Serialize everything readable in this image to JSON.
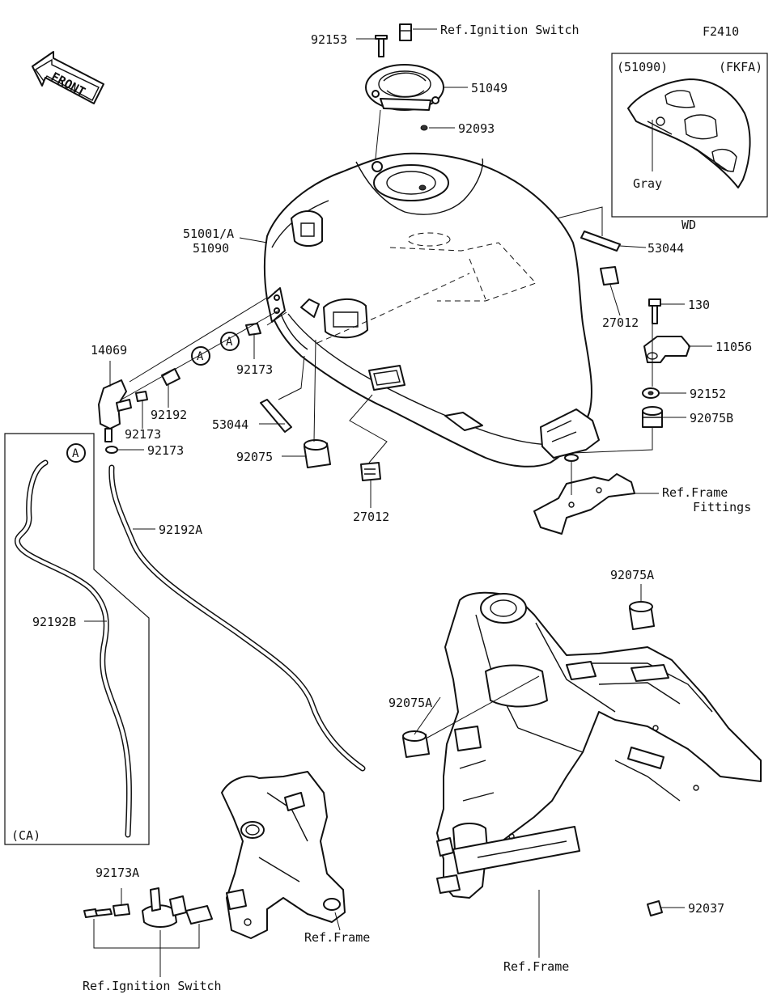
{
  "figure_code": "F2410",
  "front_label": "FRONT",
  "callout_letter": "A",
  "inset": {
    "model_code": "(51090)",
    "variant_code": "(FKFA)",
    "color_note": "Gray",
    "region_code": "WD"
  },
  "ca_box": {
    "region_code": "(CA)"
  },
  "labels": {
    "p92153": "92153",
    "ref_ignition_top": "Ref.Ignition Switch",
    "p51049": "51049",
    "p92093": "92093",
    "p51001a": "51001/A",
    "p51090": "51090",
    "p53044_right": "53044",
    "p27012_right": "27012",
    "p130": "130",
    "p11056": "11056",
    "p92152": "92152",
    "p92075b": "92075B",
    "ref_frame_fittings_1": "Ref.Frame",
    "ref_frame_fittings_2": "Fittings",
    "p14069": "14069",
    "p92173_a": "92173",
    "p92192": "92192",
    "p92173_b": "92173",
    "p92173_c": "92173",
    "p53044_left": "53044",
    "p92075": "92075",
    "p27012_left": "27012",
    "p92192a": "92192A",
    "p92192b": "92192B",
    "p92075a_top": "92075A",
    "p92075a_mid": "92075A",
    "p92037": "92037",
    "p92173a": "92173A",
    "ref_frame_mid": "Ref.Frame",
    "ref_frame_bottom": "Ref.Frame",
    "ref_ignition_bottom": "Ref.Ignition Switch"
  }
}
